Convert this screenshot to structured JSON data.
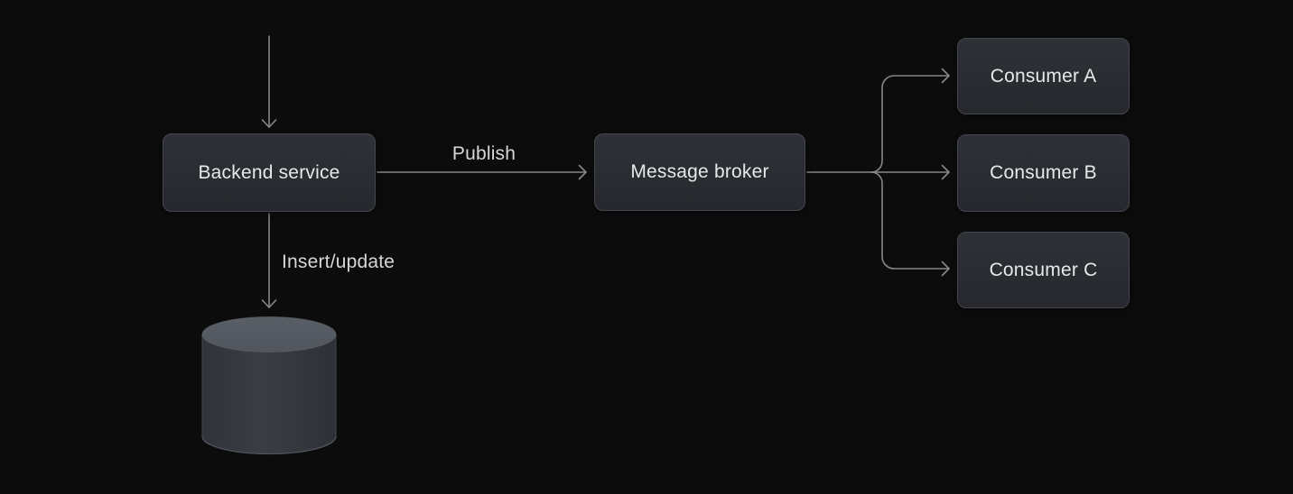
{
  "diagram": {
    "title": "message-broker-fanout-architecture",
    "nodes": {
      "backend": {
        "label": "Backend service"
      },
      "broker": {
        "label": "Message broker"
      },
      "consumer_a": {
        "label": "Consumer A"
      },
      "consumer_b": {
        "label": "Consumer B"
      },
      "consumer_c": {
        "label": "Consumer C"
      },
      "database": {
        "shape": "cylinder-icon"
      }
    },
    "edges": {
      "publish_label": "Publish",
      "insert_label": "Insert/update"
    },
    "colors": {
      "background": "#0c0c0d",
      "node_fill_top": "#2e3137",
      "node_fill_bottom": "#26282d",
      "node_border": "#43464c",
      "node_text": "#e7e8ea",
      "edge_line": "#85878a",
      "edge_label_text": "#d6d7d9",
      "cylinder_top": "#555a62",
      "cylinder_body": "#34373c"
    }
  }
}
